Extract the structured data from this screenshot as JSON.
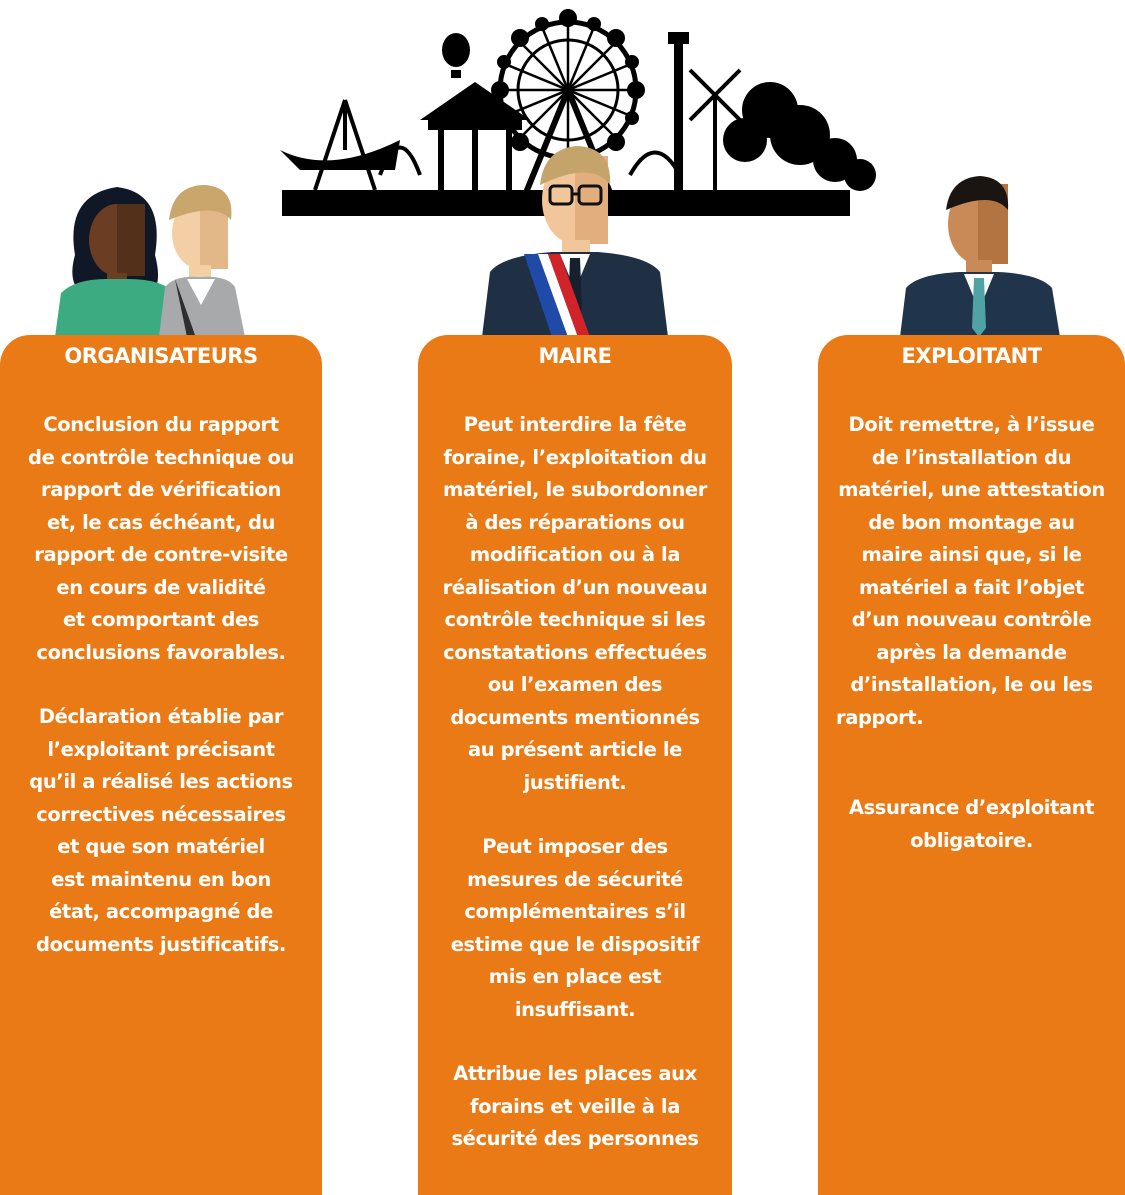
{
  "colors": {
    "orange": "#e97a16",
    "text": "#ffffff",
    "silhouette": "#000000"
  },
  "illustration": {
    "icon": "fairground-silhouette-icon"
  },
  "columns": [
    {
      "title": "ORGANISATEURS",
      "icon": "organizers-people-icon",
      "paragraphs": [
        [
          "Conclusion du rapport",
          "de contrôle technique ou",
          "rapport de vérification",
          "et, le cas échéant, du",
          "rapport de contre-visite",
          "en cours de validité",
          "et comportant des",
          "conclusions favorables."
        ],
        [
          "Déclaration établie par",
          "l’exploitant précisant",
          "qu’il a réalisé les actions",
          "correctives nécessaires",
          "et que son matériel",
          "est maintenu en bon",
          "état, accompagné de",
          "documents justificatifs."
        ]
      ]
    },
    {
      "title": "MAIRE",
      "icon": "mayor-person-icon",
      "paragraphs": [
        [
          "Peut interdire la fête",
          "foraine, l’exploitation du",
          "matériel, le subordonner",
          "à des réparations ou",
          "modification ou à la",
          "réalisation d’un nouveau",
          "contrôle technique si les",
          "constatations effectuées",
          "ou l’examen des",
          "documents mentionnés",
          "au présent article le",
          "justifient."
        ],
        [
          "Peut imposer des",
          "mesures de sécurité",
          "complémentaires s’il",
          "estime que le dispositif",
          "mis en place est",
          "insuffisant."
        ],
        [
          "Attribue les places aux",
          "forains et veille à la",
          "sécurité des personnes"
        ]
      ]
    },
    {
      "title": "EXPLOITANT",
      "icon": "operator-person-icon",
      "paragraphs": [
        [
          "Doit remettre, à l’issue",
          "de l’installation du",
          "matériel, une attestation",
          "de bon montage au",
          "maire ainsi que, si le",
          "matériel a fait l’objet",
          "d’un nouveau contrôle",
          "après la demande",
          "d’installation, le ou les",
          "rapport."
        ],
        [
          "Assurance d’exploitant",
          "obligatoire."
        ]
      ]
    }
  ]
}
